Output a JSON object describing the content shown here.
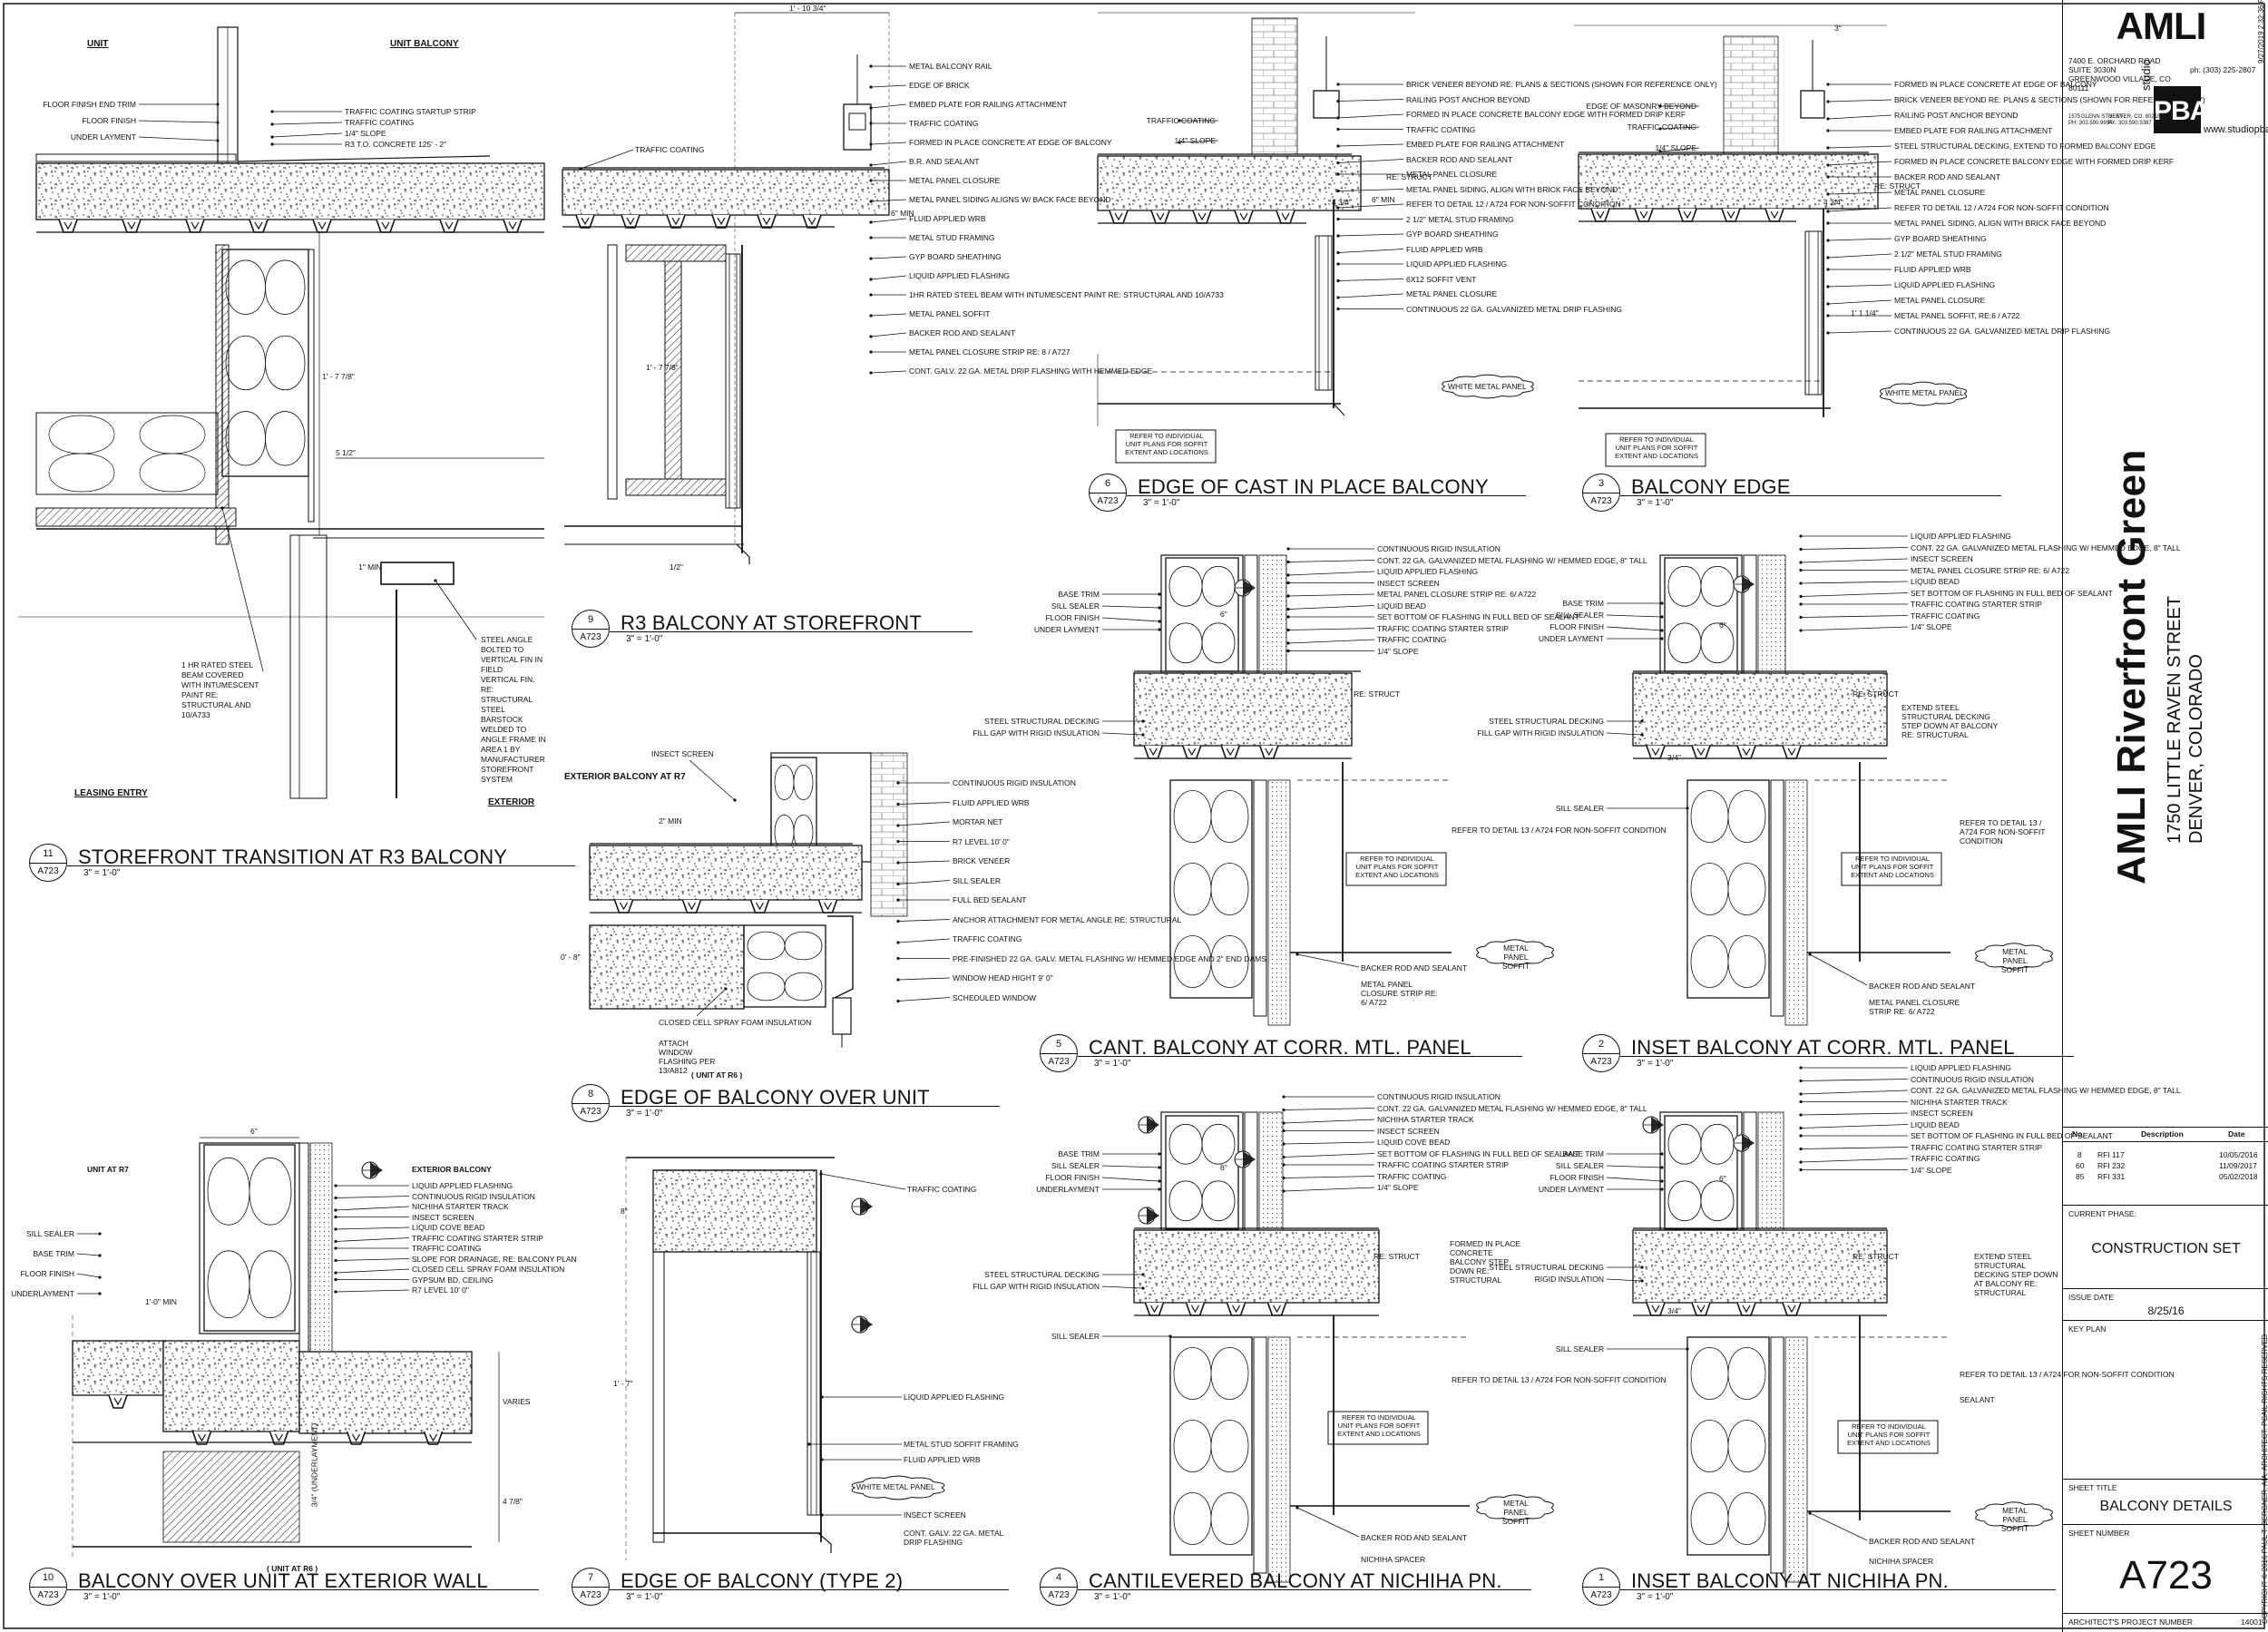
{
  "titleblock": {
    "firm": "AMLI",
    "firm_address": [
      "7400 E. ORCHARD ROAD",
      "SUITE 3030N",
      "GREENWOOD VILLAGE, CO",
      "80111"
    ],
    "firm_phone": "ph: (303) 225-2807",
    "architect_logo": "PBA",
    "architect_studio": "studio",
    "architect_url": "www.studiopba.com",
    "architect_address": [
      "1575",
      "GLENN STREET",
      "PH:  303.590.9994",
      "DENVER, CO. 80218",
      "FX:  303.590.9387"
    ],
    "project_name": "AMLI Riverfront Green",
    "project_address": [
      "1750 LITTLE RAVEN STREET",
      "DENVER, COLORADO"
    ],
    "plot_date": "9/27/2019 2:32:36 PM",
    "revisions_header": {
      "no": "No.",
      "desc": "Description",
      "date": "Date"
    },
    "revisions": [
      {
        "no": "8",
        "desc": "RFI 117",
        "date": "10/05/2016"
      },
      {
        "no": "60",
        "desc": "RFI 232",
        "date": "11/09/2017"
      },
      {
        "no": "85",
        "desc": "RFI 331",
        "date": "05/02/2018"
      }
    ],
    "phase_label": "CURRENT PHASE:",
    "phase": "CONSTRUCTION SET",
    "issue_label": "ISSUE DATE",
    "issue_date": "8/25/16",
    "keyplan_label": "KEY PLAN",
    "sheet_title_label": "SHEET TITLE",
    "sheet_title": "BALCONY DETAILS",
    "sheet_number_label": "SHEET NUMBER",
    "sheet_number": "A723",
    "project_number_label": "ARCHITECT'S PROJECT NUMBER",
    "project_number": "14001",
    "copyright": "COPYRIGHT © 2016 PAUL T. BERGNER, AIA, ARCHITECT. PCAIL RIGHTS RESERVED"
  },
  "details": [
    {
      "num": "11",
      "sheet": "A723",
      "title": "STOREFRONT TRANSITION AT R3 BALCONY",
      "scale": "3\" = 1'-0\""
    },
    {
      "num": "9",
      "sheet": "A723",
      "title": "R3 BALCONY AT STOREFRONT",
      "scale": "3\" = 1'-0\""
    },
    {
      "num": "6",
      "sheet": "A723",
      "title": "EDGE OF CAST IN PLACE BALCONY",
      "scale": "3\" = 1'-0\""
    },
    {
      "num": "3",
      "sheet": "A723",
      "title": "BALCONY EDGE",
      "scale": "3\" = 1'-0\""
    },
    {
      "num": "8",
      "sheet": "A723",
      "title": "EDGE OF BALCONY OVER UNIT",
      "scale": "3\" = 1'-0\""
    },
    {
      "num": "5",
      "sheet": "A723",
      "title": "CANT. BALCONY AT CORR. MTL. PANEL",
      "scale": "3\" = 1'-0\""
    },
    {
      "num": "2",
      "sheet": "A723",
      "title": "INSET BALCONY AT CORR. MTL. PANEL",
      "scale": "3\" = 1'-0\""
    },
    {
      "num": "10",
      "sheet": "A723",
      "title": "BALCONY OVER UNIT AT EXTERIOR WALL",
      "scale": "3\" = 1'-0\""
    },
    {
      "num": "7",
      "sheet": "A723",
      "title": "EDGE OF BALCONY (TYPE 2)",
      "scale": "3\" = 1'-0\""
    },
    {
      "num": "4",
      "sheet": "A723",
      "title": "CANTILEVERED BALCONY AT NICHIHA PN.",
      "scale": "3\" = 1'-0\""
    },
    {
      "num": "1",
      "sheet": "A723",
      "title": "INSET BALCONY AT NICHIHA PN.",
      "scale": "3\" = 1'-0\""
    }
  ],
  "notes": {
    "d11": {
      "unit": "UNIT",
      "unit_balcony": "UNIT BALCONY",
      "leasing": "LEASING ENTRY",
      "exterior": "EXTERIOR",
      "left": [
        "FLOOR FINISH END TRIM",
        "FLOOR FINISH",
        "UNDER LAYMENT"
      ],
      "top": [
        "TRAFFIC COATING STARTUP STRIP",
        "TRAFFIC COATING",
        "1/4\" SLOPE",
        "R3 T.O. CONCRETE 125' - 2\""
      ],
      "beam": [
        "1 HR RATED STEEL",
        "BEAM COVERED",
        "WITH INTUMESCENT",
        "PAINT RE:",
        "STRUCTURAL AND",
        "10/A733"
      ],
      "right": [
        "STEEL ANGLE",
        "BOLTED TO",
        "VERTICAL FIN IN",
        "FIELD",
        "VERTICAL FIN,",
        "RE:",
        "STRUCTURAL",
        "STEEL",
        "BARSTOCK",
        "WELDED TO",
        "ANGLE FRAME IN",
        "AREA 1 BY",
        "MANUFACTURER",
        "STOREFRONT",
        "SYSTEM"
      ],
      "dims": [
        "5 1/2\"",
        "1' - 7 7/8\"",
        "1\" MIN"
      ]
    },
    "d9": {
      "dim_top": "1' - 10 3/4\"",
      "left": [
        "TRAFFIC COATING"
      ],
      "right": [
        "METAL BALCONY RAIL",
        "EDGE OF BRICK",
        "EMBED PLATE FOR RAILING ATTACHMENT",
        "TRAFFIC COATING",
        "FORMED IN PLACE CONCRETE AT EDGE OF BALCONY",
        "B.R. AND SEALANT",
        "METAL PANEL CLOSURE",
        "METAL PANEL SIDING ALIGNS W/ BACK FACE BEYOND",
        "FLUID APPLIED WRB",
        "METAL STUD FRAMING",
        "GYP BOARD SHEATHING",
        "LIQUID APPLIED FLASHING",
        "1HR RATED STEEL BEAM WITH INTUMESCENT PAINT RE: STRUCTURAL AND 10/A733",
        "METAL PANEL SOFFIT",
        "BACKER ROD AND SEALANT",
        "METAL PANEL CLOSURE STRIP RE: 8 / A727",
        "CONT. GALV. 22 GA. METAL DRIP FLASHING WITH HEMMED EDGE"
      ],
      "dims": [
        "1' - 7 7/8\"",
        "1/2\"",
        "6\" MIN"
      ]
    },
    "d6": {
      "left": [
        "TRAFFIC COATING",
        "1/4\" SLOPE"
      ],
      "right": [
        "BRICK VENEER BEYOND RE: PLANS & SECTIONS (SHOWN FOR REFERENCE ONLY)",
        "RAILING POST ANCHOR BEYOND",
        "FORMED IN PLACE CONCRETE BALCONY EDGE WITH FORMED DRIP KERF",
        "TRAFFIC COATING",
        "EMBED PLATE FOR RAILING ATTACHMENT",
        "BACKER ROD AND SEALANT",
        "METAL PANEL CLOSURE",
        "METAL PANEL SIDING, ALIGN WITH BRICK FACE BEYOND",
        "REFER TO DETAIL 12 / A724 FOR NON-SOFFIT CONDITION",
        "2 1/2\" METAL STUD FRAMING",
        "GYP BOARD SHEATHING",
        "FLUID APPLIED WRB",
        "LIQUID APPLIED FLASHING",
        "6x12 SOFFIT VENT",
        "METAL PANEL CLOSURE",
        "CONTINUOUS 22 GA. GALVANIZED METAL DRIP FLASHING"
      ],
      "cloud": "WHITE METAL PANEL",
      "box": "REFER TO INDIVIDUAL UNIT PLANS FOR SOFFIT EXTENT AND LOCATIONS",
      "dims": [
        "4 3/4\"",
        "6\" MIN",
        "RE: STRUCT"
      ]
    },
    "d3": {
      "left": [
        "EDGE OF MASONRY BEYOND",
        "TRAFFIC COATING",
        "1/4\" SLOPE"
      ],
      "right": [
        "FORMED IN PLACE CONCRETE AT EDGE OF BALCONY",
        "BRICK VENEER BEYOND RE: PLANS & SECTIONS (SHOWN FOR REFERENCE ONLY)",
        "RAILING POST ANCHOR BEYOND",
        "EMBED PLATE FOR RAILING ATTACHMENT",
        "STEEL STRUCTURAL DECKING, EXTEND TO FORMED BALCONY EDGE",
        "FORMED IN PLACE CONCRETE BALCONY EDGE WITH FORMED DRIP KERF",
        "BACKER ROD AND SEALANT",
        "METAL PANEL CLOSURE",
        "REFER TO DETAIL 12 / A724 FOR NON-SOFFIT CONDITION",
        "METAL PANEL SIDING, ALIGN WITH BRICK FACE BEYOND",
        "GYP BOARD SHEATHING",
        "2 1/2\" METAL STUD FRAMING",
        "FLUID APPLIED WRB",
        "LIQUID APPLIED FLASHING",
        "METAL PANEL CLOSURE",
        "METAL PANEL SOFFIT, RE:6 / A722",
        "CONTINUOUS 22 GA. GALVANIZED METAL DRIP FLASHING"
      ],
      "cloud": "WHITE METAL PANEL",
      "box": "REFER TO INDIVIDUAL UNIT PLANS FOR SOFFIT EXTENT AND LOCATIONS",
      "dims": [
        "3\"",
        "4 3/4\"",
        "1' 1 1/4\"",
        "RE: STRUCT"
      ]
    },
    "d8": {
      "heading": "EXTERIOR BALCONY AT R7",
      "left": [
        "INSECT SCREEN",
        "CLOSED CELL SPRAY FOAM INSULATION",
        "ATTACH WINDOW FLASHING PER 13/A812"
      ],
      "right": [
        "CONTINUOUS RIGID INSULATION",
        "FLUID APPLIED WRB",
        "MORTAR NET",
        "R7 LEVEL 10' 0\"",
        "BRICK VENEER",
        "SILL SEALER",
        "FULL BED SEALANT",
        "ANCHOR ATTACHMENT FOR METAL ANGLE RE: STRUCTURAL",
        "TRAFFIC COATING",
        "PRE-FINISHED 22 GA. GALV. METAL FLASHING W/ HEMMED EDGE AND 2\" END DAMS",
        "WINDOW HEAD HIGHT 9' 0\"",
        "SCHEDULED WINDOW"
      ],
      "unit": "( UNIT AT R6 )",
      "dims": [
        "2\" MIN",
        "0' - 8\""
      ]
    },
    "d5": {
      "left": [
        "BASE TRIM",
        "SILL SEALER",
        "FLOOR FINISH",
        "UNDER LAYMENT",
        "STEEL STRUCTURAL DECKING",
        "FILL GAP WITH RIGID INSULATION"
      ],
      "right": [
        "CONTINUOUS RIGID INSULATION",
        "CONT. 22 GA. GALVANIZED METAL FLASHING W/ HEMMED EDGE, 8\" TALL",
        "LIQUID APPLIED FLASHING",
        "INSECT SCREEN",
        "METAL PANEL CLOSURE STRIP RE: 6/ A722",
        "LIQUID BEAD",
        "SET BOTTOM OF FLASHING IN FULL BED OF SEALANT",
        "TRAFFIC COATING STARTER STRIP",
        "TRAFFIC COATING",
        "1/4\" SLOPE",
        "REFER TO DETAIL 13 / A724 FOR NON-SOFFIT CONDITION",
        "BACKER ROD AND SEALANT",
        "METAL PANEL CLOSURE STRIP RE: 6/ A722"
      ],
      "cloud": "METAL PANEL SOFFIT",
      "box": "REFER TO INDIVIDUAL UNIT PLANS FOR SOFFIT EXTENT AND LOCATIONS",
      "dims": [
        "6\"",
        "RE: STRUCT"
      ]
    },
    "d2": {
      "left": [
        "BASE TRIM",
        "SILL SEALER",
        "FLOOR FINISH",
        "UNDER LAYMENT",
        "STEEL STRUCTURAL DECKING",
        "FILL GAP WITH RIGID INSULATION",
        "SILL SEALER"
      ],
      "right": [
        "LIQUID APPLIED FLASHING",
        "CONT. 22 GA. GALVANIZED METAL FLASHING W/ HEMMED EDGE, 8\" TALL",
        "INSECT SCREEN",
        "METAL PANEL CLOSURE STRIP RE: 6/ A722",
        "LIQUID BEAD",
        "SET BOTTOM OF FLASHING IN FULL BED OF SEALANT",
        "TRAFFIC COATING STARTER STRIP",
        "TRAFFIC COATING",
        "1/4\" SLOPE",
        "EXTEND STEEL STRUCTURAL DECKING STEP DOWN AT BALCONY RE: STRUCTURAL",
        "REFER TO DETAIL 13 / A724 FOR NON-SOFFIT CONDITION",
        "BACKER ROD AND SEALANT",
        "METAL PANEL CLOSURE STRIP RE: 6/ A722"
      ],
      "cloud": "METAL PANEL SOFFIT",
      "box": "REFER TO INDIVIDUAL UNIT PLANS FOR SOFFIT EXTENT AND LOCATIONS",
      "dims": [
        "6\"",
        "3/4\"",
        "RE: STRUCT"
      ]
    },
    "d10": {
      "heading_left": "UNIT AT R7",
      "heading_right": "EXTERIOR BALCONY",
      "left": [
        "SILL SEALER",
        "BASE TRIM",
        "FLOOR FINISH",
        "UNDERLAYMENT"
      ],
      "right": [
        "LIQUID APPLIED FLASHING",
        "CONTINUOUS RIGID INSULATION",
        "NICHIHA STARTER TRACK",
        "INSECT SCREEN",
        "LIQUID COVE BEAD",
        "TRAFFIC COATING STARTER STRIP",
        "TRAFFIC COATING",
        "SLOPE FOR DRAINAGE, RE: BALCONY PLAN",
        "CLOSED CELL SPRAY FOAM INSULATION",
        "GYPSUM BD. CEILING",
        "R7 LEVEL 10' 0\""
      ],
      "unit": "( UNIT AT R6 )",
      "dims": [
        "6\"",
        "1'-0\" MIN",
        "VARIES",
        "4 7/8\"",
        "3/4\" (UNDERLAYMENT)"
      ]
    },
    "d7": {
      "right": [
        "TRAFFIC COATING",
        "LIQUID APPLIED FLASHING",
        "METAL STUD SOFFIT FRAMING",
        "FLUID APPLIED WRB",
        "INSECT SCREEN",
        "CONT. GALV. 22 GA. METAL DRIP FLASHING"
      ],
      "cloud": "WHITE METAL PANEL",
      "dims": [
        "8\"",
        "1' - 7\""
      ]
    },
    "d4": {
      "left": [
        "BASE TRIM",
        "SILL SEALER",
        "FLOOR FINISH",
        "UNDERLAYMENT",
        "STEEL STRUCTURAL DECKING",
        "FILL GAP WITH RIGID INSULATION",
        "SILL SEALER"
      ],
      "right": [
        "CONTINUOUS RIGID INSULATION",
        "CONT. 22 GA. GALVANIZED METAL FLASHING W/ HEMMED EDGE, 8\" TALL",
        "NICHIHA STARTER TRACK",
        "INSECT SCREEN",
        "LIQUID COVE BEAD",
        "SET BOTTOM OF FLASHING IN FULL BED OF SEALANT",
        "TRAFFIC COATING STARTER STRIP",
        "TRAFFIC COATING",
        "1/4\" SLOPE",
        "FORMED IN PLACE CONCRETE BALCONY STEP DOWN RE: STRUCTURAL",
        "REFER TO DETAIL 13 / A724 FOR NON-SOFFIT CONDITION",
        "BACKER ROD AND SEALANT",
        "NICHIHA SPACER"
      ],
      "cloud": "METAL PANEL SOFFIT",
      "box": "REFER TO INDIVIDUAL UNIT PLANS FOR SOFFIT EXTENT AND LOCATIONS",
      "dims": [
        "6\"",
        "RE: STRUCT"
      ]
    },
    "d1": {
      "left": [
        "BASE TRIM",
        "SILL SEALER",
        "FLOOR FINISH",
        "UNDER LAYMENT",
        "STEEL STRUCTURAL DECKING",
        "RIGID INSULATION",
        "SILL SEALER"
      ],
      "right": [
        "LIQUID APPLIED FLASHING",
        "CONTINUOUS RIGID INSULATION",
        "CONT. 22 GA. GALVANIZED METAL FLASHING W/ HEMMED EDGE, 8\" TALL",
        "NICHIHA STARTER TRACK",
        "INSECT SCREEN",
        "LIQUID BEAD",
        "SET BOTTOM OF FLASHING IN FULL BED OF SEALANT",
        "TRAFFIC COATING STARTER STRIP",
        "TRAFFIC COATING",
        "1/4\" SLOPE",
        "EXTEND STEEL STRUCTURAL DECKING STEP DOWN AT BALCONY RE: STRUCTURAL",
        "REFER TO DETAIL 13 / A724 FOR NON-SOFFIT CONDITION",
        "SEALANT",
        "BACKER ROD AND SEALANT",
        "NICHIHA SPACER"
      ],
      "cloud": "METAL PANEL SOFFIT",
      "box": "REFER TO INDIVIDUAL UNIT PLANS FOR SOFFIT EXTENT AND LOCATIONS",
      "dims": [
        "6\"",
        "3/4\"",
        "RE: STRUCT"
      ]
    }
  },
  "section_tags": [
    "6-A722",
    "4-A723"
  ]
}
